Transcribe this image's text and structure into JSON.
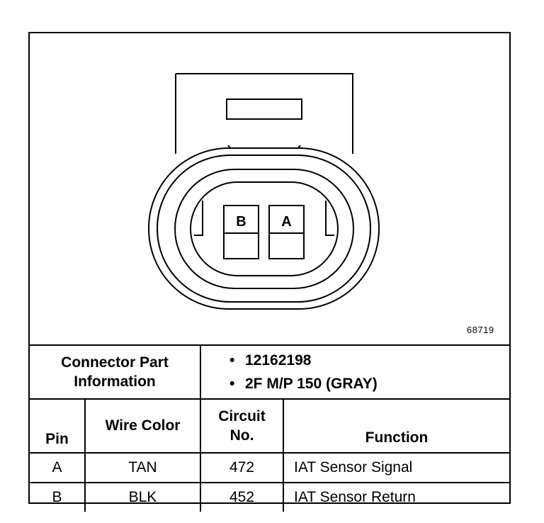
{
  "figure_id": "68719",
  "connector": {
    "cavity_labels": [
      "B",
      "A"
    ]
  },
  "part_info": {
    "label_line1": "Connector Part",
    "label_line2": "Information",
    "items": [
      "12162198",
      "2F M/P 150 (GRAY)"
    ]
  },
  "table": {
    "headers": {
      "pin": "Pin",
      "wire_color": "Wire Color",
      "circuit_line1": "Circuit",
      "circuit_line2": "No.",
      "function": "Function"
    },
    "rows": [
      {
        "pin": "A",
        "wire_color": "TAN",
        "circuit": "472",
        "function": "IAT Sensor Signal"
      },
      {
        "pin": "B",
        "wire_color": "BLK",
        "circuit": "452",
        "function": "IAT Sensor Return"
      }
    ]
  }
}
